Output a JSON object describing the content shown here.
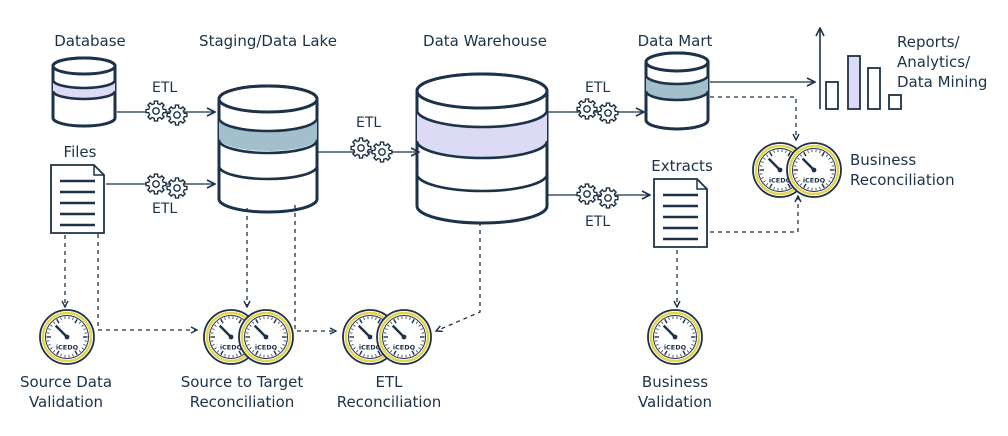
{
  "colors": {
    "ink": "#1c3248",
    "lavender": "#dcdaf5",
    "steel": "#a3bfcc",
    "gauge_ring": "#e6d34a"
  },
  "nodes": {
    "database": "Database",
    "staging": "Staging/Data Lake",
    "warehouse": "Data Warehouse",
    "datamart": "Data Mart",
    "files": "Files",
    "extracts": "Extracts",
    "reports": [
      "Reports/",
      "Analytics/",
      "Data Mining"
    ]
  },
  "etl_label": "ETL",
  "gauge_brand": "iCEDQ",
  "checks": {
    "source_validation": [
      "Source Data",
      "Validation"
    ],
    "source_target": [
      "Source to Target",
      "Reconciliation"
    ],
    "etl_recon": [
      "ETL",
      "Reconciliation"
    ],
    "business_validation": [
      "Business",
      "Validation"
    ],
    "business_recon": [
      "Business",
      "Reconciliation"
    ]
  },
  "icons": {
    "cylinder": "database-cylinder-icon",
    "document": "document-icon",
    "gears": "gears-icon",
    "gauge": "gauge-icon",
    "bar_chart": "bar-chart-icon"
  }
}
